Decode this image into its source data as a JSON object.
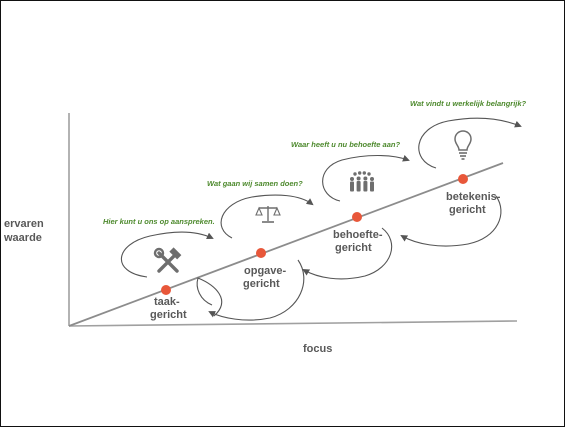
{
  "colors": {
    "axis": "#a0a0a0",
    "trend_line": "#8c8c8c",
    "point": "#e8573a",
    "question_text": "#4e8a2e",
    "label_text": "#595959",
    "arrow": "#555555",
    "icon": "#6e6e6e"
  },
  "axes": {
    "y_label_line1": "ervaren",
    "y_label_line2": "waarde",
    "x_label": "focus"
  },
  "stages": [
    {
      "label_line1": "taak-",
      "label_line2": "gericht",
      "icon": "tools-icon",
      "question": "Hier kunt u ons op aanspreken."
    },
    {
      "label_line1": "opgave-",
      "label_line2": "gericht",
      "icon": "balance-scale-icon",
      "question": "Wat gaan wij samen doen?"
    },
    {
      "label_line1": "behoefte-",
      "label_line2": "gericht",
      "icon": "group-of-people-icon",
      "question": "Waar heeft u nu behoefte aan?"
    },
    {
      "label_line1": "betekenis-",
      "label_line2": "gericht",
      "icon": "lightbulb-icon",
      "question": "Wat vindt u werkelijk belangrijk?"
    }
  ]
}
